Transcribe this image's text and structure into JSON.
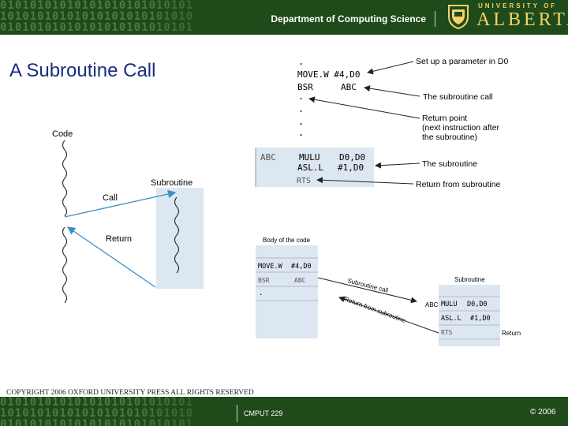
{
  "header": {
    "department": "Department of Computing Science",
    "university_small": "UNIVERSITY OF",
    "university_big": "ALBERTA",
    "binary_rows": [
      "01010101010101010101010101",
      "10101010101010101010101010",
      "01010101010101010101010101"
    ]
  },
  "slide": {
    "title": "A Subroutine Call",
    "copyright": "COPYRIGHT 2006  OXFORD UNIVERSITY PRESS ALL RIGHTS RESERVED"
  },
  "footer": {
    "course": "CMPUT 229",
    "year": "© 2006",
    "binary_rows": [
      "01010101010101010101010101",
      "10101010101010101010101010",
      "01010101010101010101010101"
    ]
  },
  "program": {
    "dot": ".",
    "line1": "MOVE.W  #4,D0",
    "line2_op": "BSR",
    "line2_arg": "ABC",
    "sub_label": "ABC",
    "sub1_op": "MULU",
    "sub1_arg": "D0,D0",
    "sub2_op": "ASL.L",
    "sub2_arg": "#1,D0",
    "rts": "RTS"
  },
  "callouts": {
    "param": "Set up a parameter in D0",
    "call": "The subroutine call",
    "ret1": "Return point",
    "ret2": "(next instruction after",
    "ret3": "the subroutine)",
    "subroutine": "The subroutine",
    "return_from": "Return from subroutine"
  },
  "left_diagram": {
    "code": "Code",
    "subroutine": "Subroutine",
    "call": "Call",
    "return": "Return"
  },
  "bottom_diagram": {
    "body_label": "Body of the code",
    "body1_op": "MOVE.W",
    "body1_arg": "#4,D0",
    "body2_op": "BSR",
    "body2_arg": "ABC",
    "dot": ".",
    "sub_title": "Subroutine",
    "abc": "ABC",
    "sub1_op": "MULU",
    "sub1_arg": "D0,D0",
    "sub2_op": "ASL.L",
    "sub2_arg": "#1,D0",
    "rts": "RTS",
    "return": "Return",
    "call_arrow": "Subroutine call",
    "return_arrow": "Return from subroutine"
  },
  "colors": {
    "bar": "#1f4a1a",
    "gold": "#f2d36b",
    "title": "#1a2e80",
    "arrow": "#3a8fc6",
    "box_fill": "#dde7f1"
  }
}
